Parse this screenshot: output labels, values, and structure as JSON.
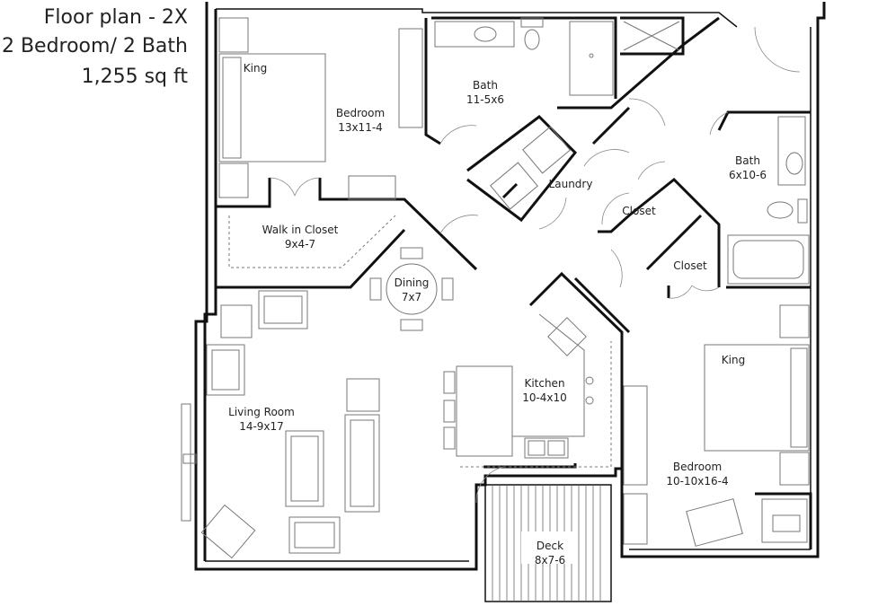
{
  "header": {
    "line1": "Floor plan - 2X",
    "line2": "2 Bedroom/ 2 Bath",
    "line3": "1,255 sq ft"
  },
  "rooms": {
    "bedroom1": {
      "name": "Bedroom",
      "size": "13x11-4",
      "bed": "King"
    },
    "bath1": {
      "name": "Bath",
      "size": "11-5x6"
    },
    "laundry": {
      "name": "Laundry"
    },
    "bath2": {
      "name": "Bath",
      "size": "6x10-6"
    },
    "walk_in_closet": {
      "name": "Walk in Closet",
      "size": "9x4-7"
    },
    "closet1": {
      "name": "Closet"
    },
    "closet2": {
      "name": "Closet"
    },
    "dining": {
      "name": "Dining",
      "size": "7x7"
    },
    "living_room": {
      "name": "Living Room",
      "size": "14-9x17"
    },
    "kitchen": {
      "name": "Kitchen",
      "size": "10-4x10"
    },
    "bedroom2": {
      "name": "Bedroom",
      "size": "10-10x16-4",
      "bed": "King"
    },
    "deck": {
      "name": "Deck",
      "size": "8x7-6"
    }
  }
}
